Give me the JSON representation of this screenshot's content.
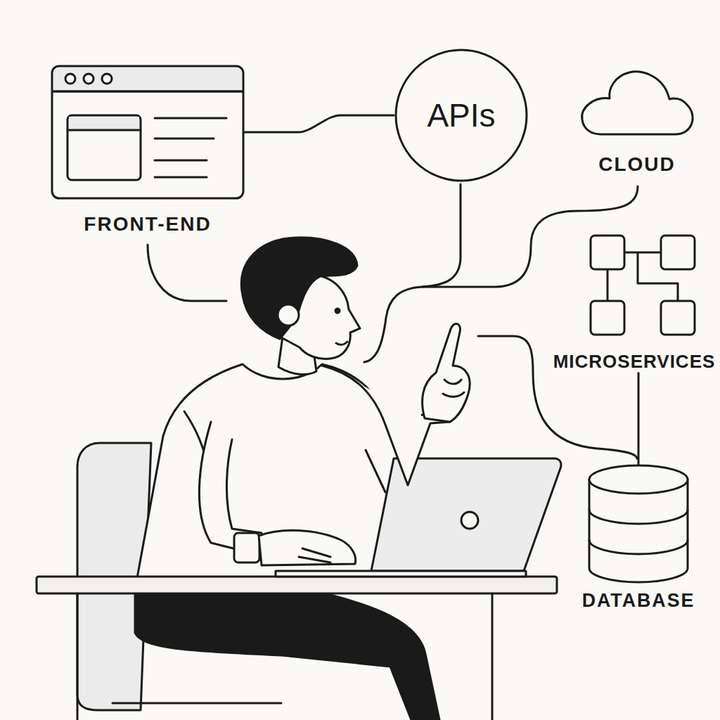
{
  "diagram": {
    "nodes": [
      {
        "text": [
          "FRONT-END"
        ]
      },
      {
        "text": [
          "APIs"
        ]
      },
      {
        "text": [
          "CLOUD"
        ]
      },
      {
        "text": [
          "MICROSERVICES"
        ]
      },
      {
        "text": [
          "DATABASE"
        ]
      }
    ],
    "edges": [
      {
        "from": 0,
        "to": 1,
        "arrow": "none"
      },
      {
        "from": 3,
        "to": 4,
        "arrow": "none"
      }
    ]
  }
}
